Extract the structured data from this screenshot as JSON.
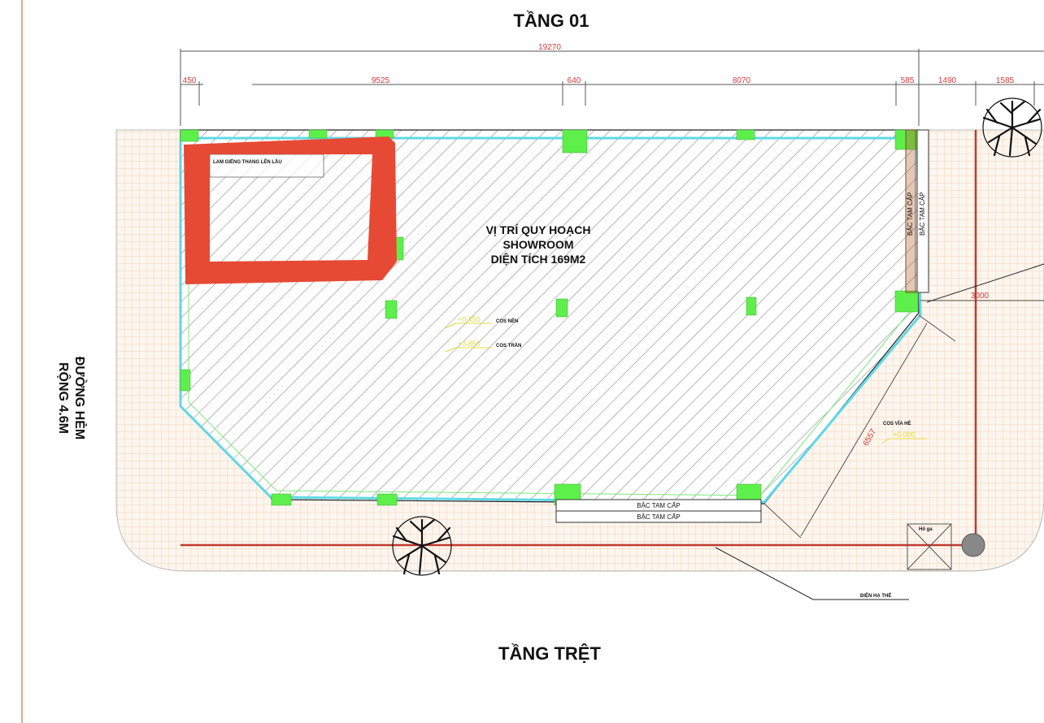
{
  "titles": {
    "top": "TẦNG 01",
    "bottom": "TẦNG TRỆT"
  },
  "dimensions": {
    "overall": "19270",
    "segments": [
      "450",
      "9525",
      "640",
      "8070",
      "585"
    ],
    "right_segments": [
      "1490",
      "1585"
    ],
    "side_offset": "3000",
    "diagonal": "6557"
  },
  "room": {
    "line1": "VỊ TRÍ QUY HOẠCH",
    "line2": "SHOWROOM",
    "line3": "DIỆN TÍCH 169M2"
  },
  "notes": {
    "stair_note": "LAM GIẾNG THANG LÊN LẦU",
    "cos_nen": "COS NỀN",
    "cos_tran": "COS TRẦN",
    "cos_nen_val": "+0.450",
    "cos_tran_val": "+3.850",
    "cos_via_he": "COS VỈA HÈ",
    "cos_via_he_val": "+0.000",
    "ho_ga": "Hố ga",
    "dien_ha_the": "ĐIỆN HẠ THẾ"
  },
  "steps": {
    "right_1": "BẬC TAM CẤP",
    "right_2": "BẬC TAM CẤP",
    "bottom_1": "BẬC TAM CẤP",
    "bottom_2": "BẬC TAM CẤP"
  },
  "road": {
    "line1": "ĐƯỜNG HẺM",
    "line2": "RỘNG 4.6M"
  },
  "colors": {
    "wall": "#5fd8e6",
    "column": "#5ef04a",
    "dimension": "#d23a3a",
    "highlight": "#e64a35",
    "tile": "#f3d2b4",
    "hatch": "#444444",
    "level_marker": "#e8d93a"
  }
}
